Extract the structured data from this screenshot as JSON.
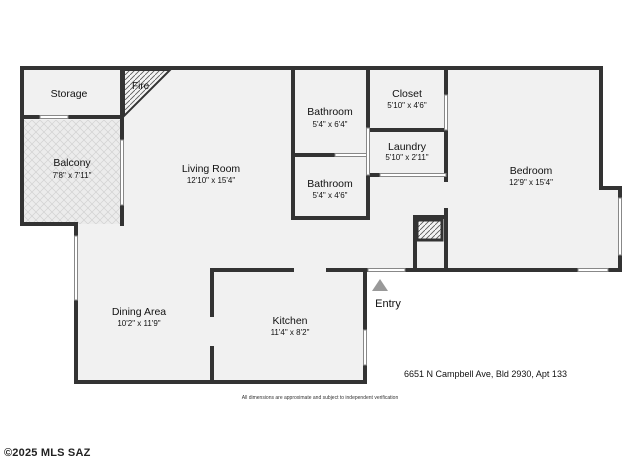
{
  "rooms": {
    "storage": {
      "name": "Storage"
    },
    "fire": {
      "name": "Fire"
    },
    "balcony": {
      "name": "Balcony",
      "dims": "7'8\" x 7'11\""
    },
    "living": {
      "name": "Living Room",
      "dims": "12'10\" x 15'4\""
    },
    "bath1": {
      "name": "Bathroom",
      "dims": "5'4\" x 6'4\""
    },
    "closet": {
      "name": "Closet",
      "dims": "5'10\" x 4'6\""
    },
    "laundry": {
      "name": "Laundry",
      "dims": "5'10\" x 2'11\""
    },
    "bath2": {
      "name": "Bathroom",
      "dims": "5'4\" x 4'6\""
    },
    "bedroom": {
      "name": "Bedroom",
      "dims": "12'9\" x 15'4\""
    },
    "dining": {
      "name": "Dining Area",
      "dims": "10'2\" x 11'9\""
    },
    "kitchen": {
      "name": "Kitchen",
      "dims": "11'4\" x 8'2\""
    }
  },
  "entry_label": "Entry",
  "address": "6651 N Campbell Ave, Bld 2930, Apt 133",
  "disclaimer": "All dimensions are approximate and subject to independent verification",
  "copyright": "©2025 MLS SAZ",
  "colors": {
    "wall": "#333333",
    "floor": "#f1f1f1",
    "balcony_tile": "#e4e4e4",
    "arrow": "#999999"
  },
  "icons": {
    "entry_arrow": "entry-arrow-icon"
  }
}
